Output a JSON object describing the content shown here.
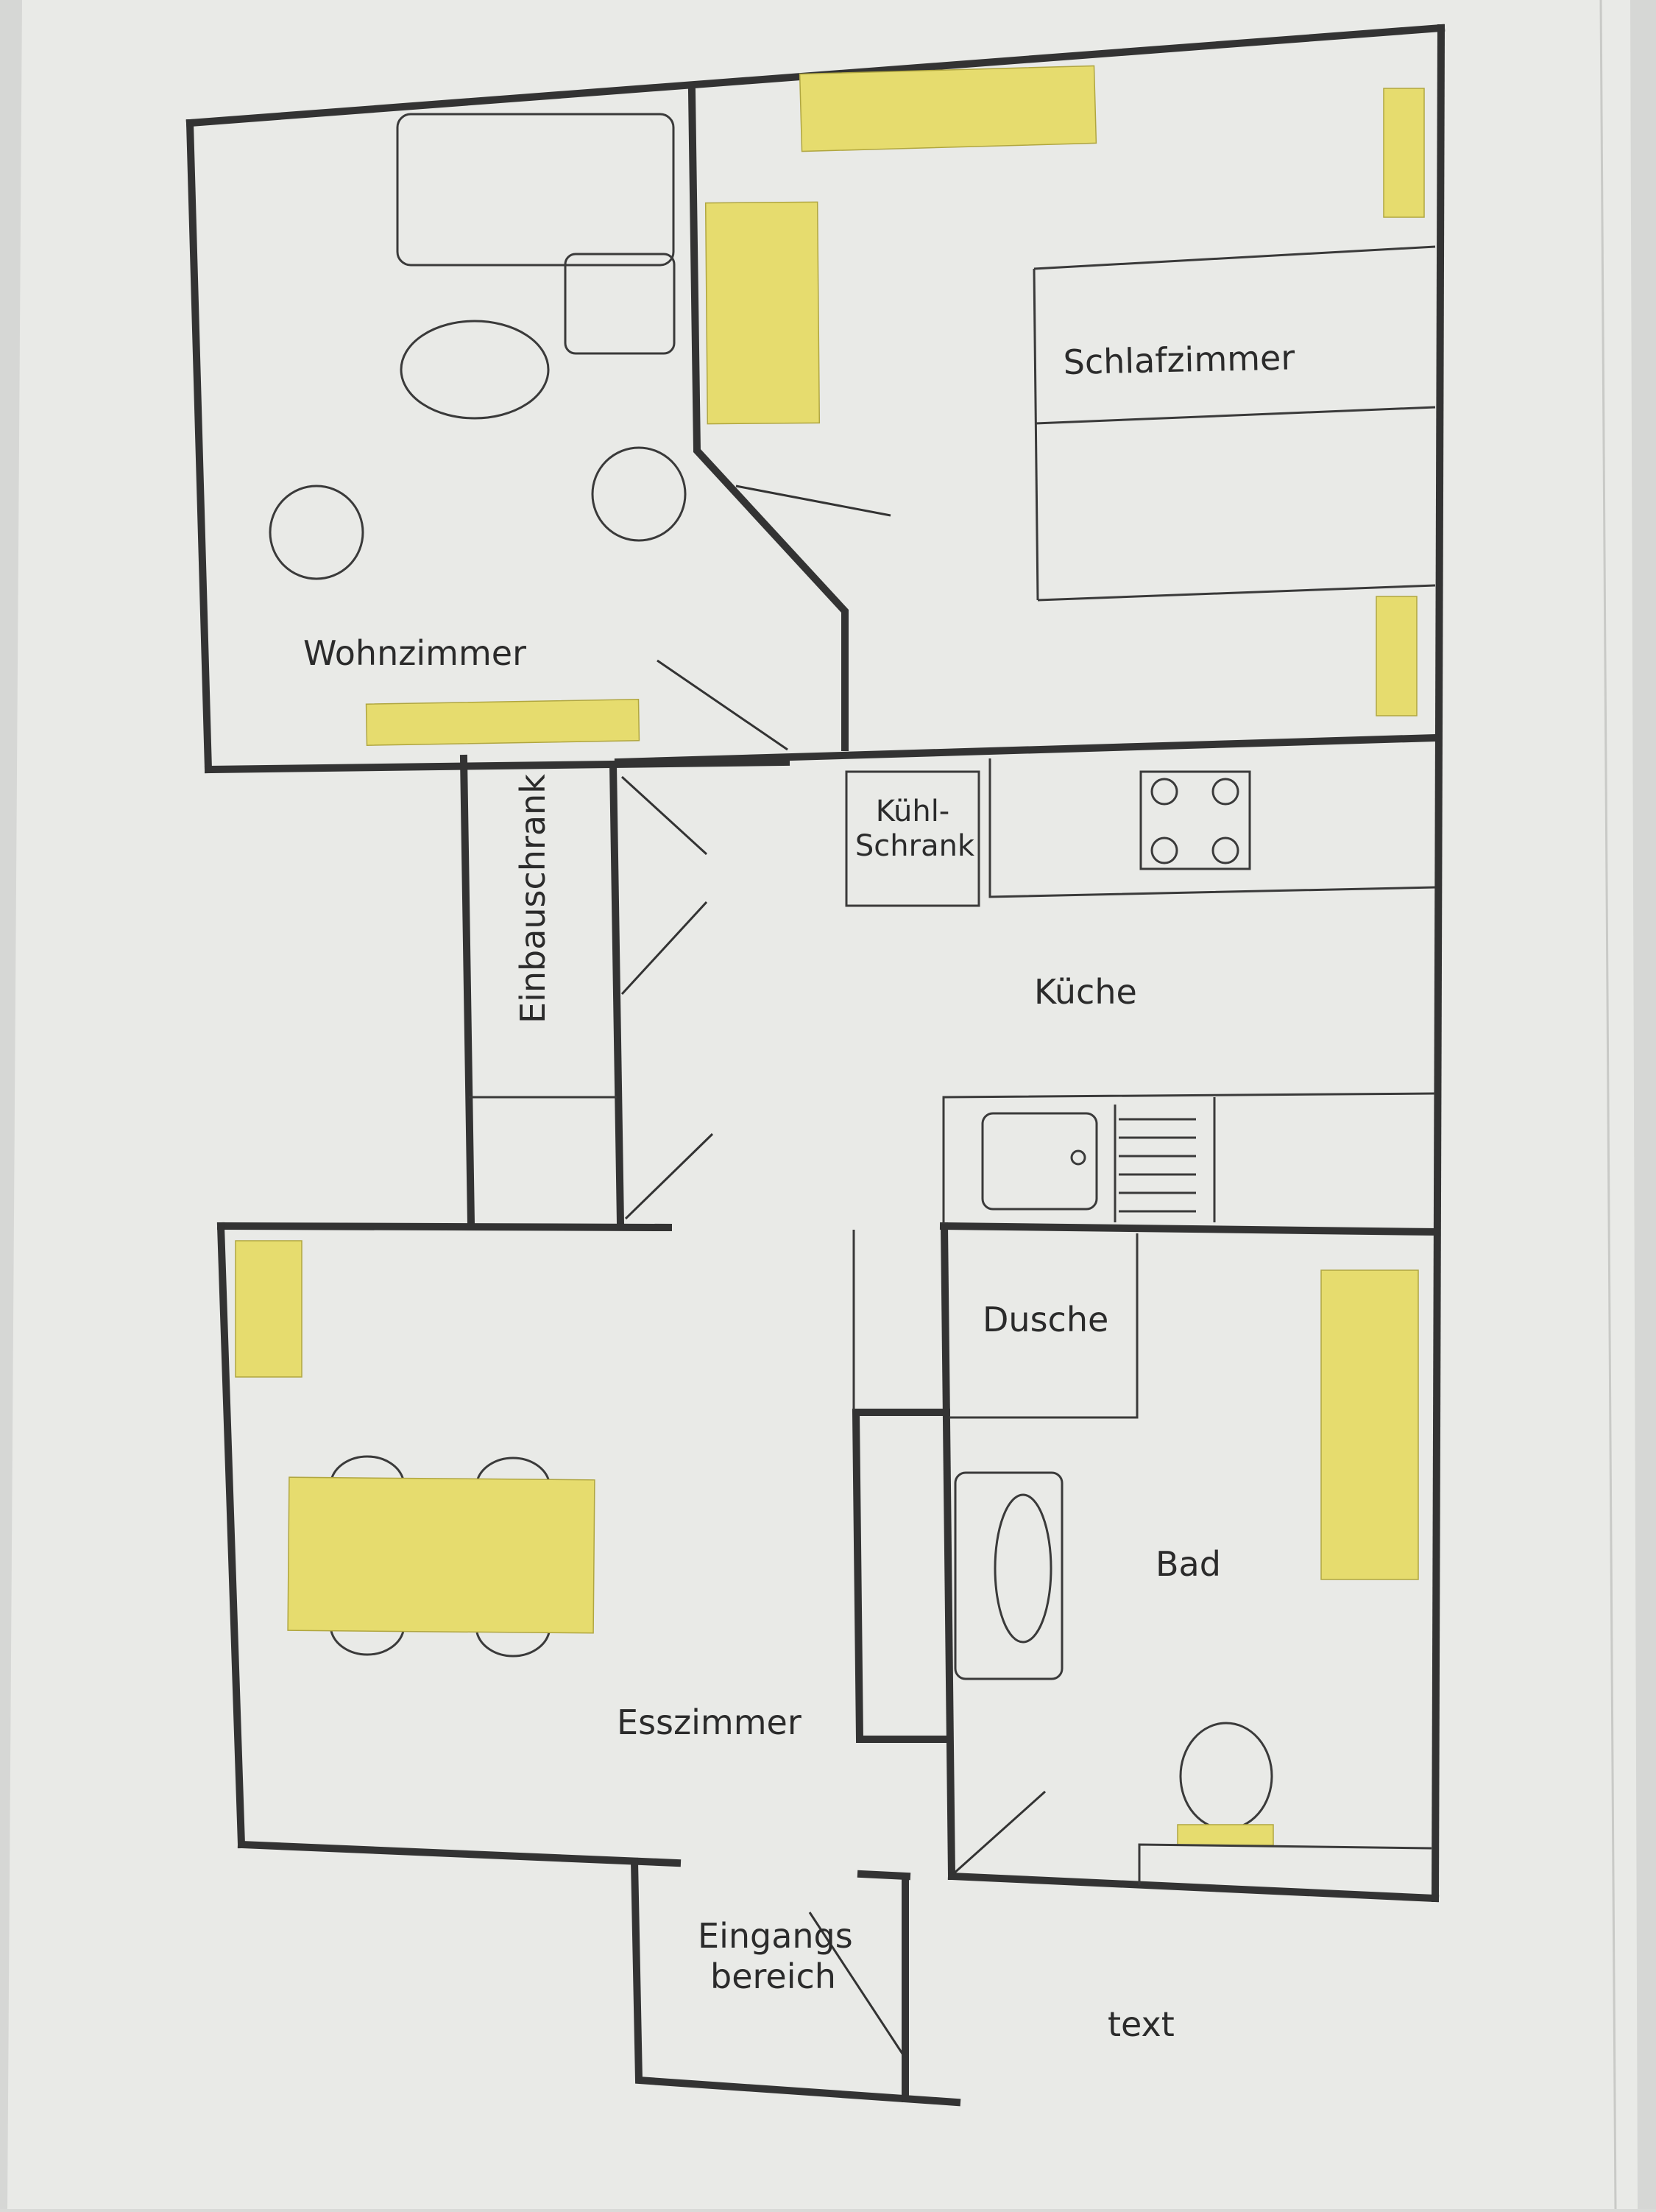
{
  "plan": {
    "colors": {
      "paper": "#e9eae7",
      "wall": "#333333",
      "highlight": "#e6dc6e"
    },
    "rooms": {
      "wohnzimmer": "Wohnzimmer",
      "schlafzimmer": "Schlafzimmer",
      "einbauschrank": "Einbauschrank",
      "kuehlschrank_line1": "Kühl-",
      "kuehlschrank_line2": "Schrank",
      "kueche": "Küche",
      "dusche": "Dusche",
      "bad": "Bad",
      "esszimmer": "Esszimmer",
      "eingang_line1": "Eingangs",
      "eingang_line2": "bereich",
      "text": "text"
    }
  }
}
